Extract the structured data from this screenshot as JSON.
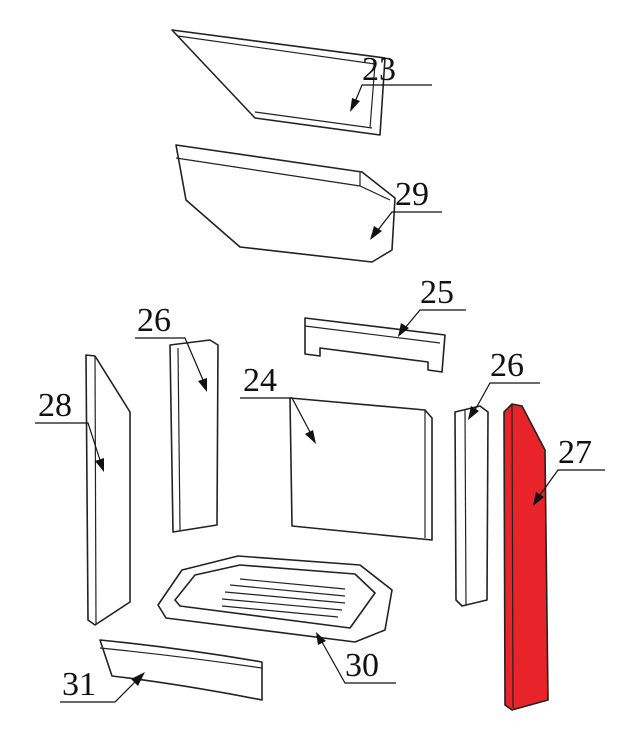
{
  "diagram": {
    "highlight_color": "#e8232a",
    "parts": [
      {
        "id": "23",
        "label": "23"
      },
      {
        "id": "29",
        "label": "29"
      },
      {
        "id": "25",
        "label": "25"
      },
      {
        "id": "26a",
        "label": "26"
      },
      {
        "id": "24",
        "label": "24"
      },
      {
        "id": "28",
        "label": "28"
      },
      {
        "id": "26b",
        "label": "26"
      },
      {
        "id": "27",
        "label": "27",
        "highlighted": true
      },
      {
        "id": "30",
        "label": "30"
      },
      {
        "id": "31",
        "label": "31"
      }
    ]
  }
}
